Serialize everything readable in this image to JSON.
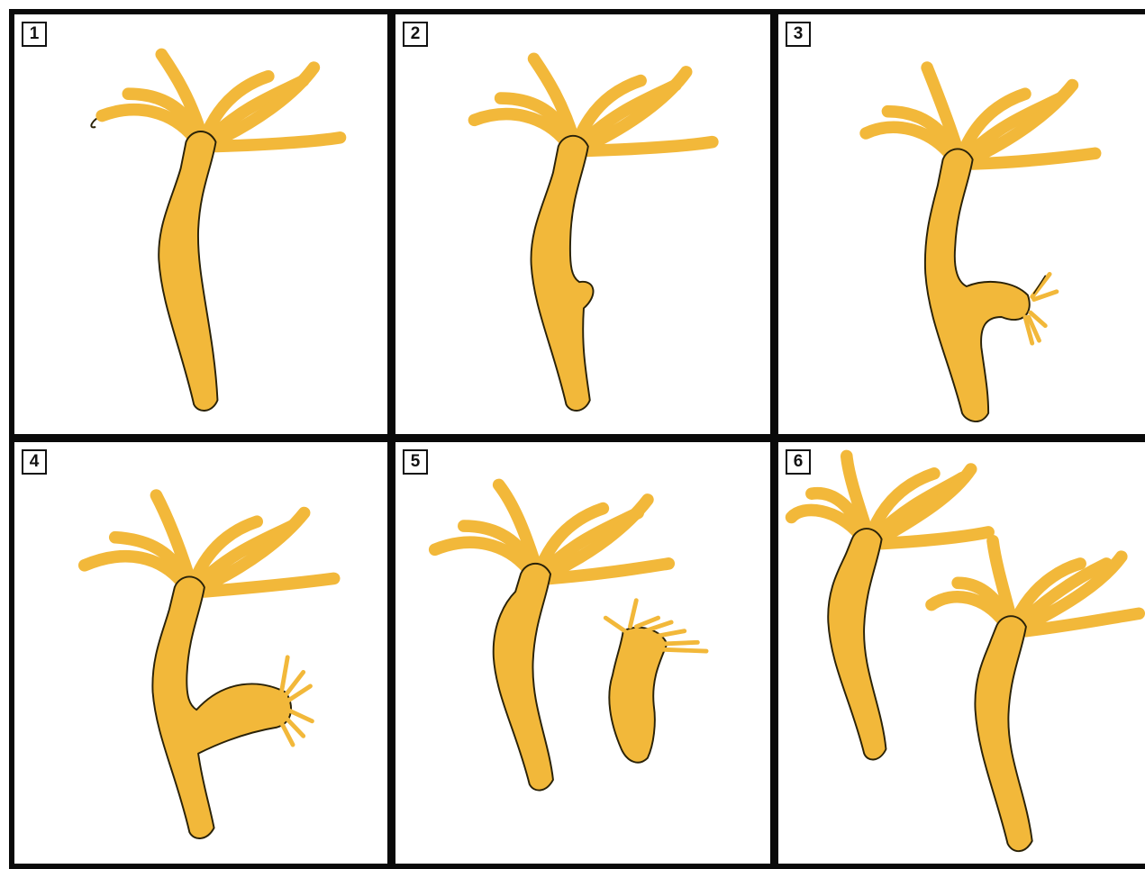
{
  "figure": {
    "stage_color": "#f2b83a",
    "outline_color": "#2a2208",
    "panels": [
      {
        "label": "1",
        "stage": "adult"
      },
      {
        "label": "2",
        "stage": "bud-forming"
      },
      {
        "label": "3",
        "stage": "bud-with-tentacles"
      },
      {
        "label": "4",
        "stage": "bud-growing"
      },
      {
        "label": "5",
        "stage": "bud-detached"
      },
      {
        "label": "6",
        "stage": "two-adults"
      }
    ]
  }
}
